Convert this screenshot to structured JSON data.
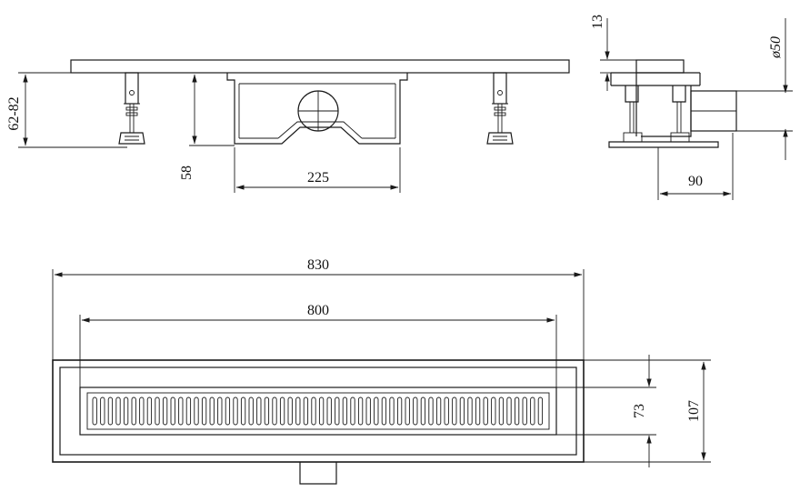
{
  "dimensions": {
    "height_adjust": "62-82",
    "body_depth": "58",
    "body_width": "225",
    "top_offset": "13",
    "pipe_diameter": "ø50",
    "side_depth": "90",
    "overall_length": "830",
    "grate_length": "800",
    "grate_width": "73",
    "overall_width": "107"
  },
  "colors": {
    "line": "#1a1a1a",
    "background": "#ffffff"
  }
}
